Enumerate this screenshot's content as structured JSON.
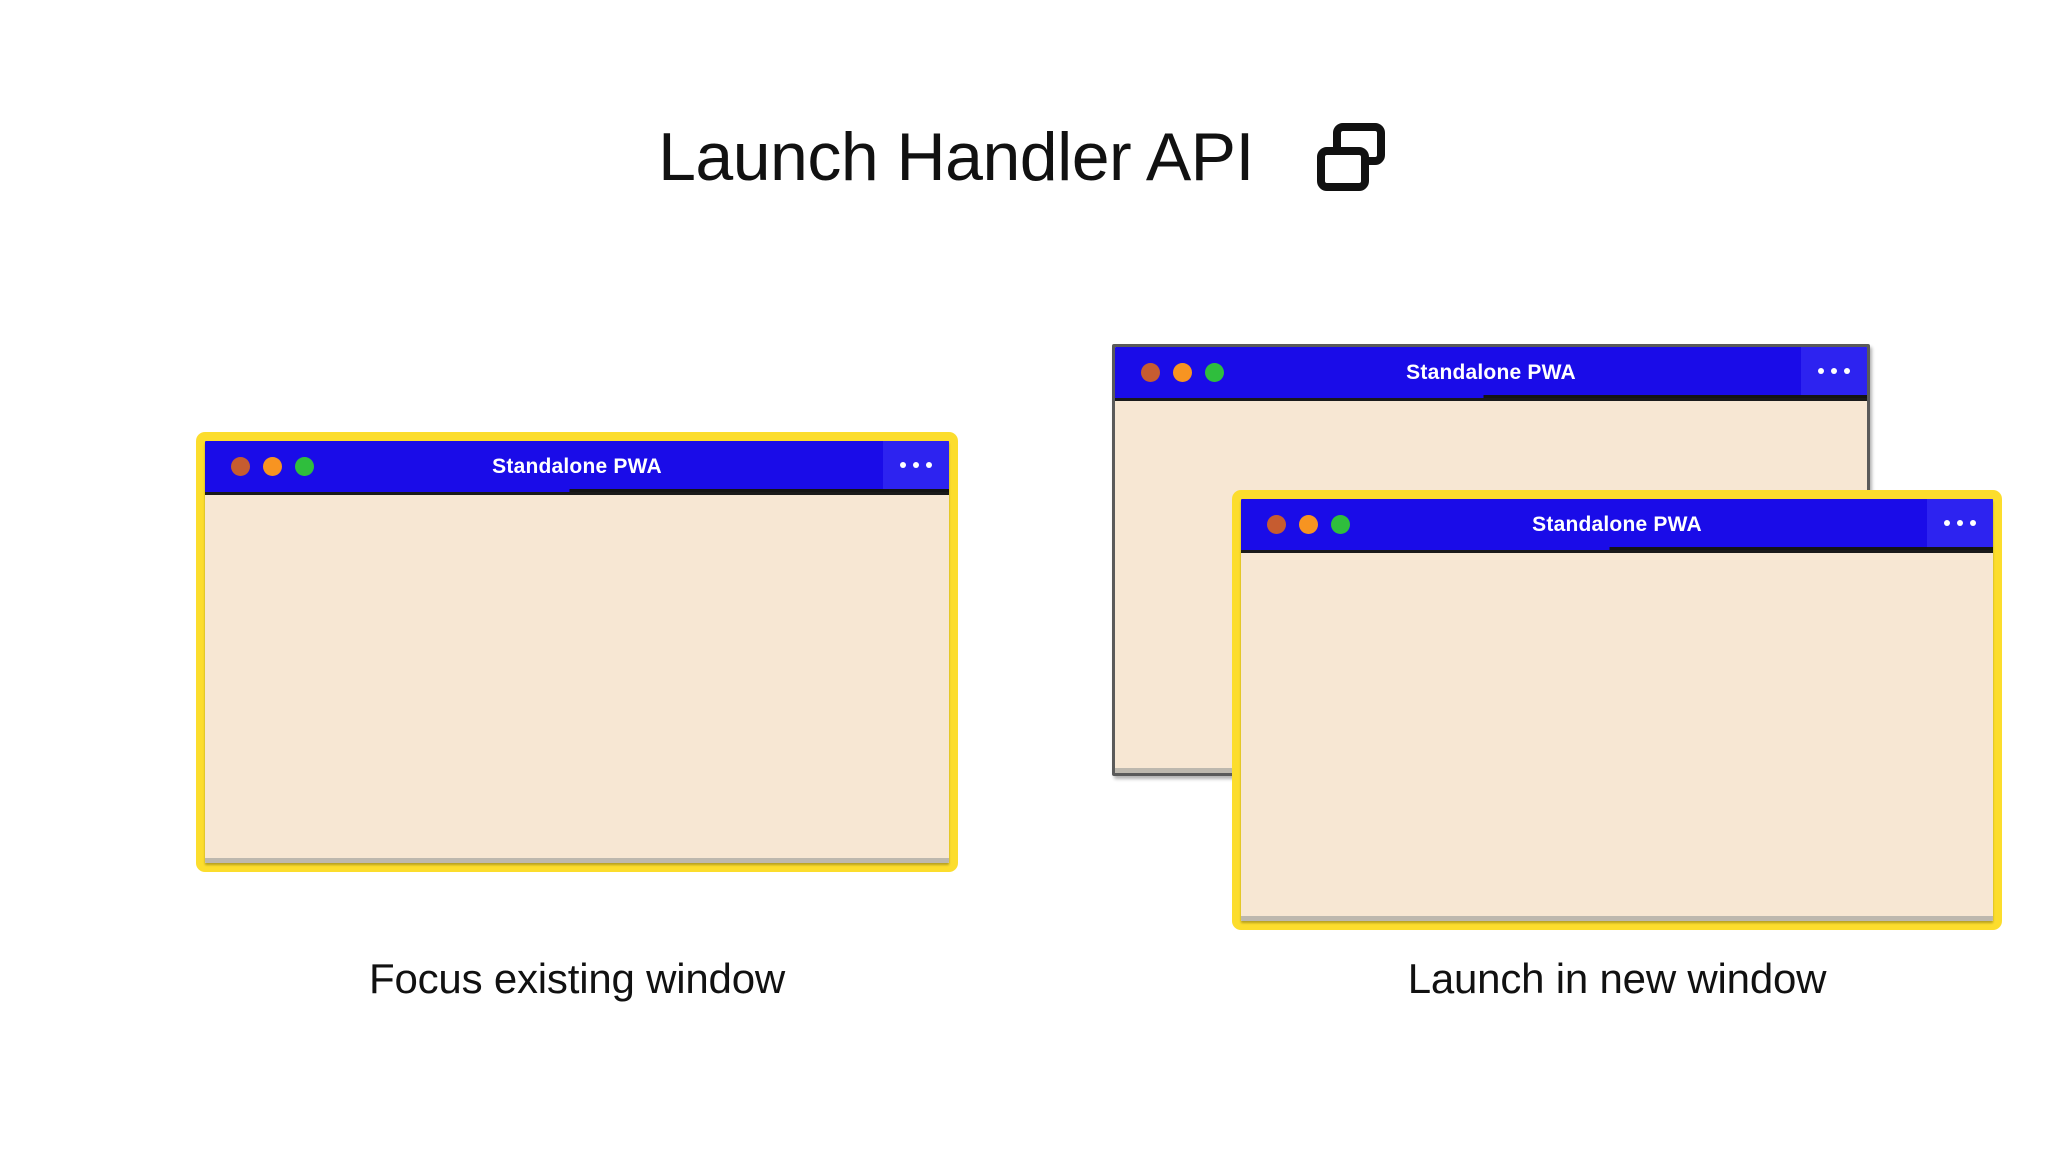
{
  "header": {
    "title": "Launch Handler API",
    "icon": "multi-window-icon"
  },
  "colors": {
    "titlebar_blue": "#1A0CE8",
    "menu_blue": "#2D23F0",
    "window_body_cream": "#F7E7D3",
    "highlight_yellow": "#FCDD2D",
    "plain_border_grey": "#5A5A5A",
    "dot_close": "#C65C30",
    "dot_minimize": "#F79421",
    "dot_maximize": "#2FBE3D",
    "text_dark": "#111111"
  },
  "windows": {
    "focus_existing": {
      "title": "Standalone PWA",
      "menu_label": "...",
      "highlighted": true,
      "traffic_lights": [
        "close",
        "minimize",
        "maximize"
      ]
    },
    "background": {
      "title": "Standalone PWA",
      "menu_label": "...",
      "highlighted": false,
      "traffic_lights": [
        "close",
        "minimize",
        "maximize"
      ]
    },
    "new_window": {
      "title": "Standalone PWA",
      "menu_label": "...",
      "highlighted": true,
      "traffic_lights": [
        "close",
        "minimize",
        "maximize"
      ]
    }
  },
  "captions": {
    "left": "Focus existing window",
    "right": "Launch in new window"
  }
}
